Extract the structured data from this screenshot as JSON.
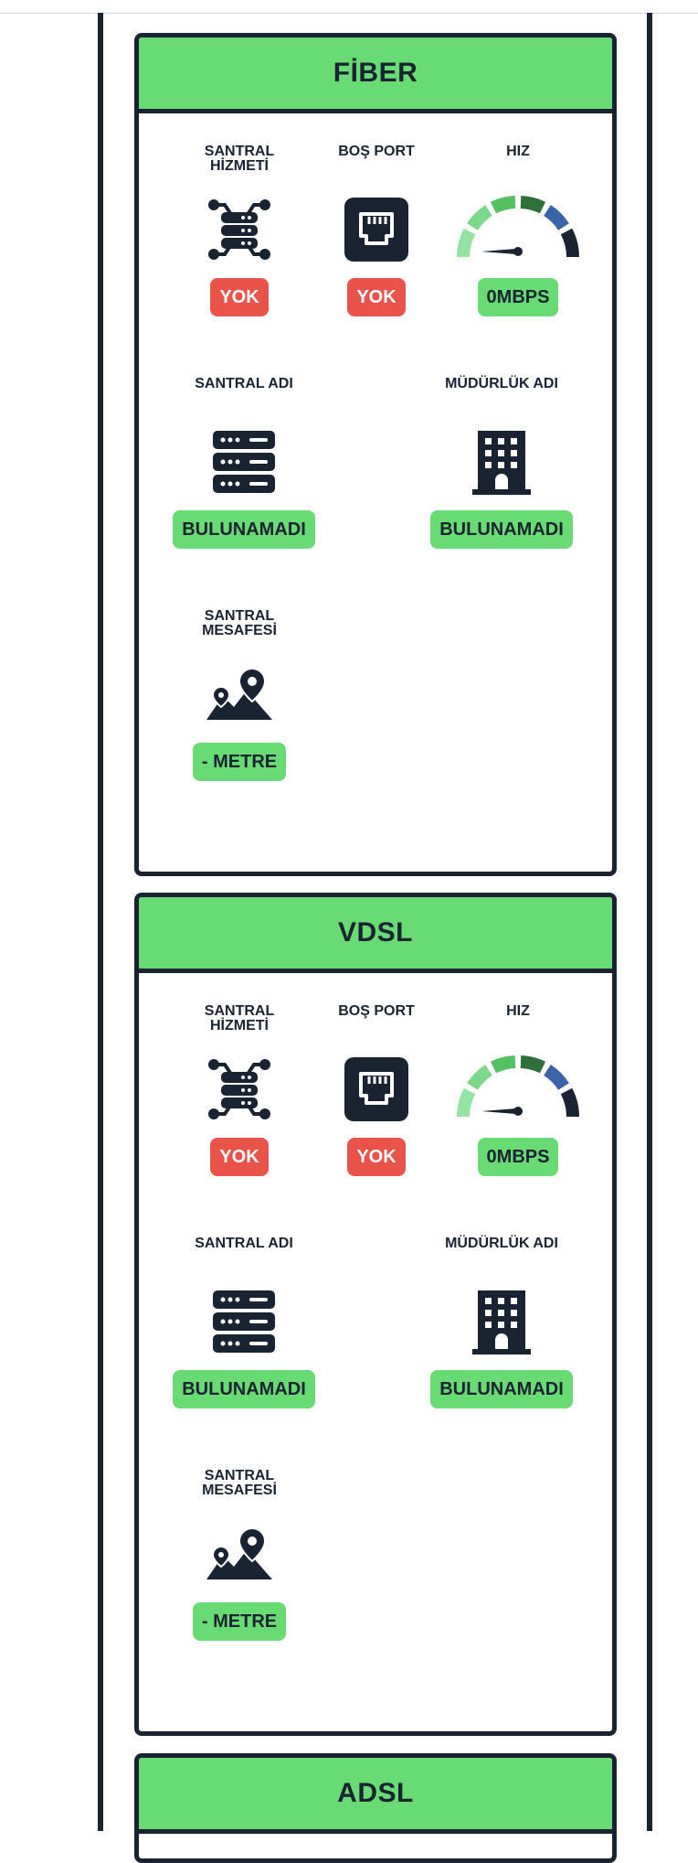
{
  "colors": {
    "navy": "#1a2332",
    "green": "#68db74",
    "red": "#e9534a"
  },
  "cards": [
    {
      "title": "FİBER",
      "santral_hizmeti": {
        "label": "SANTRAL\nHİZMETİ",
        "value": "YOK"
      },
      "bos_port": {
        "label": "BOŞ PORT",
        "value": "YOK"
      },
      "hiz": {
        "label": "HIZ",
        "value": "0MBPS"
      },
      "santral_adi": {
        "label": "SANTRAL ADI",
        "value": "BULUNAMADI"
      },
      "mudurluk_adi": {
        "label": "MÜDÜRLÜK ADI",
        "value": "BULUNAMADI"
      },
      "santral_mesafesi": {
        "label": "SANTRAL\nMESAFESİ",
        "value": "- METRE"
      }
    },
    {
      "title": "VDSL",
      "santral_hizmeti": {
        "label": "SANTRAL\nHİZMETİ",
        "value": "YOK"
      },
      "bos_port": {
        "label": "BOŞ PORT",
        "value": "YOK"
      },
      "hiz": {
        "label": "HIZ",
        "value": "0MBPS"
      },
      "santral_adi": {
        "label": "SANTRAL ADI",
        "value": "BULUNAMADI"
      },
      "mudurluk_adi": {
        "label": "MÜDÜRLÜK ADI",
        "value": "BULUNAMADI"
      },
      "santral_mesafesi": {
        "label": "SANTRAL\nMESAFESİ",
        "value": "- METRE"
      }
    },
    {
      "title": "ADSL"
    }
  ]
}
